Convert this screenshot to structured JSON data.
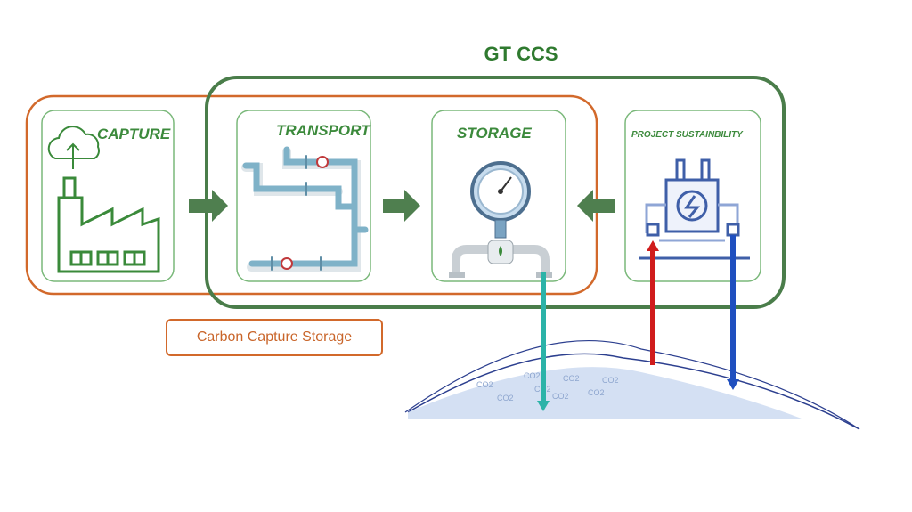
{
  "diagram": {
    "title": "GT CCS",
    "stages": [
      {
        "label": "CAPTURE"
      },
      {
        "label": "TRANSPORT"
      },
      {
        "label": "STORAGE"
      },
      {
        "label": "PROJECT SUSTAINBILITY"
      }
    ],
    "legend_label": "Carbon Capture Storage",
    "reservoir_label": "CO2",
    "colors": {
      "gt_ccs_frame": "#4a7d4a",
      "ccs_frame": "#d2692b",
      "arrow": "#4f7f4f",
      "injection": "#2bb3a8",
      "supply": "#d01c1c",
      "return": "#1f4fbf",
      "reservoir": "#c9d8f0"
    }
  }
}
